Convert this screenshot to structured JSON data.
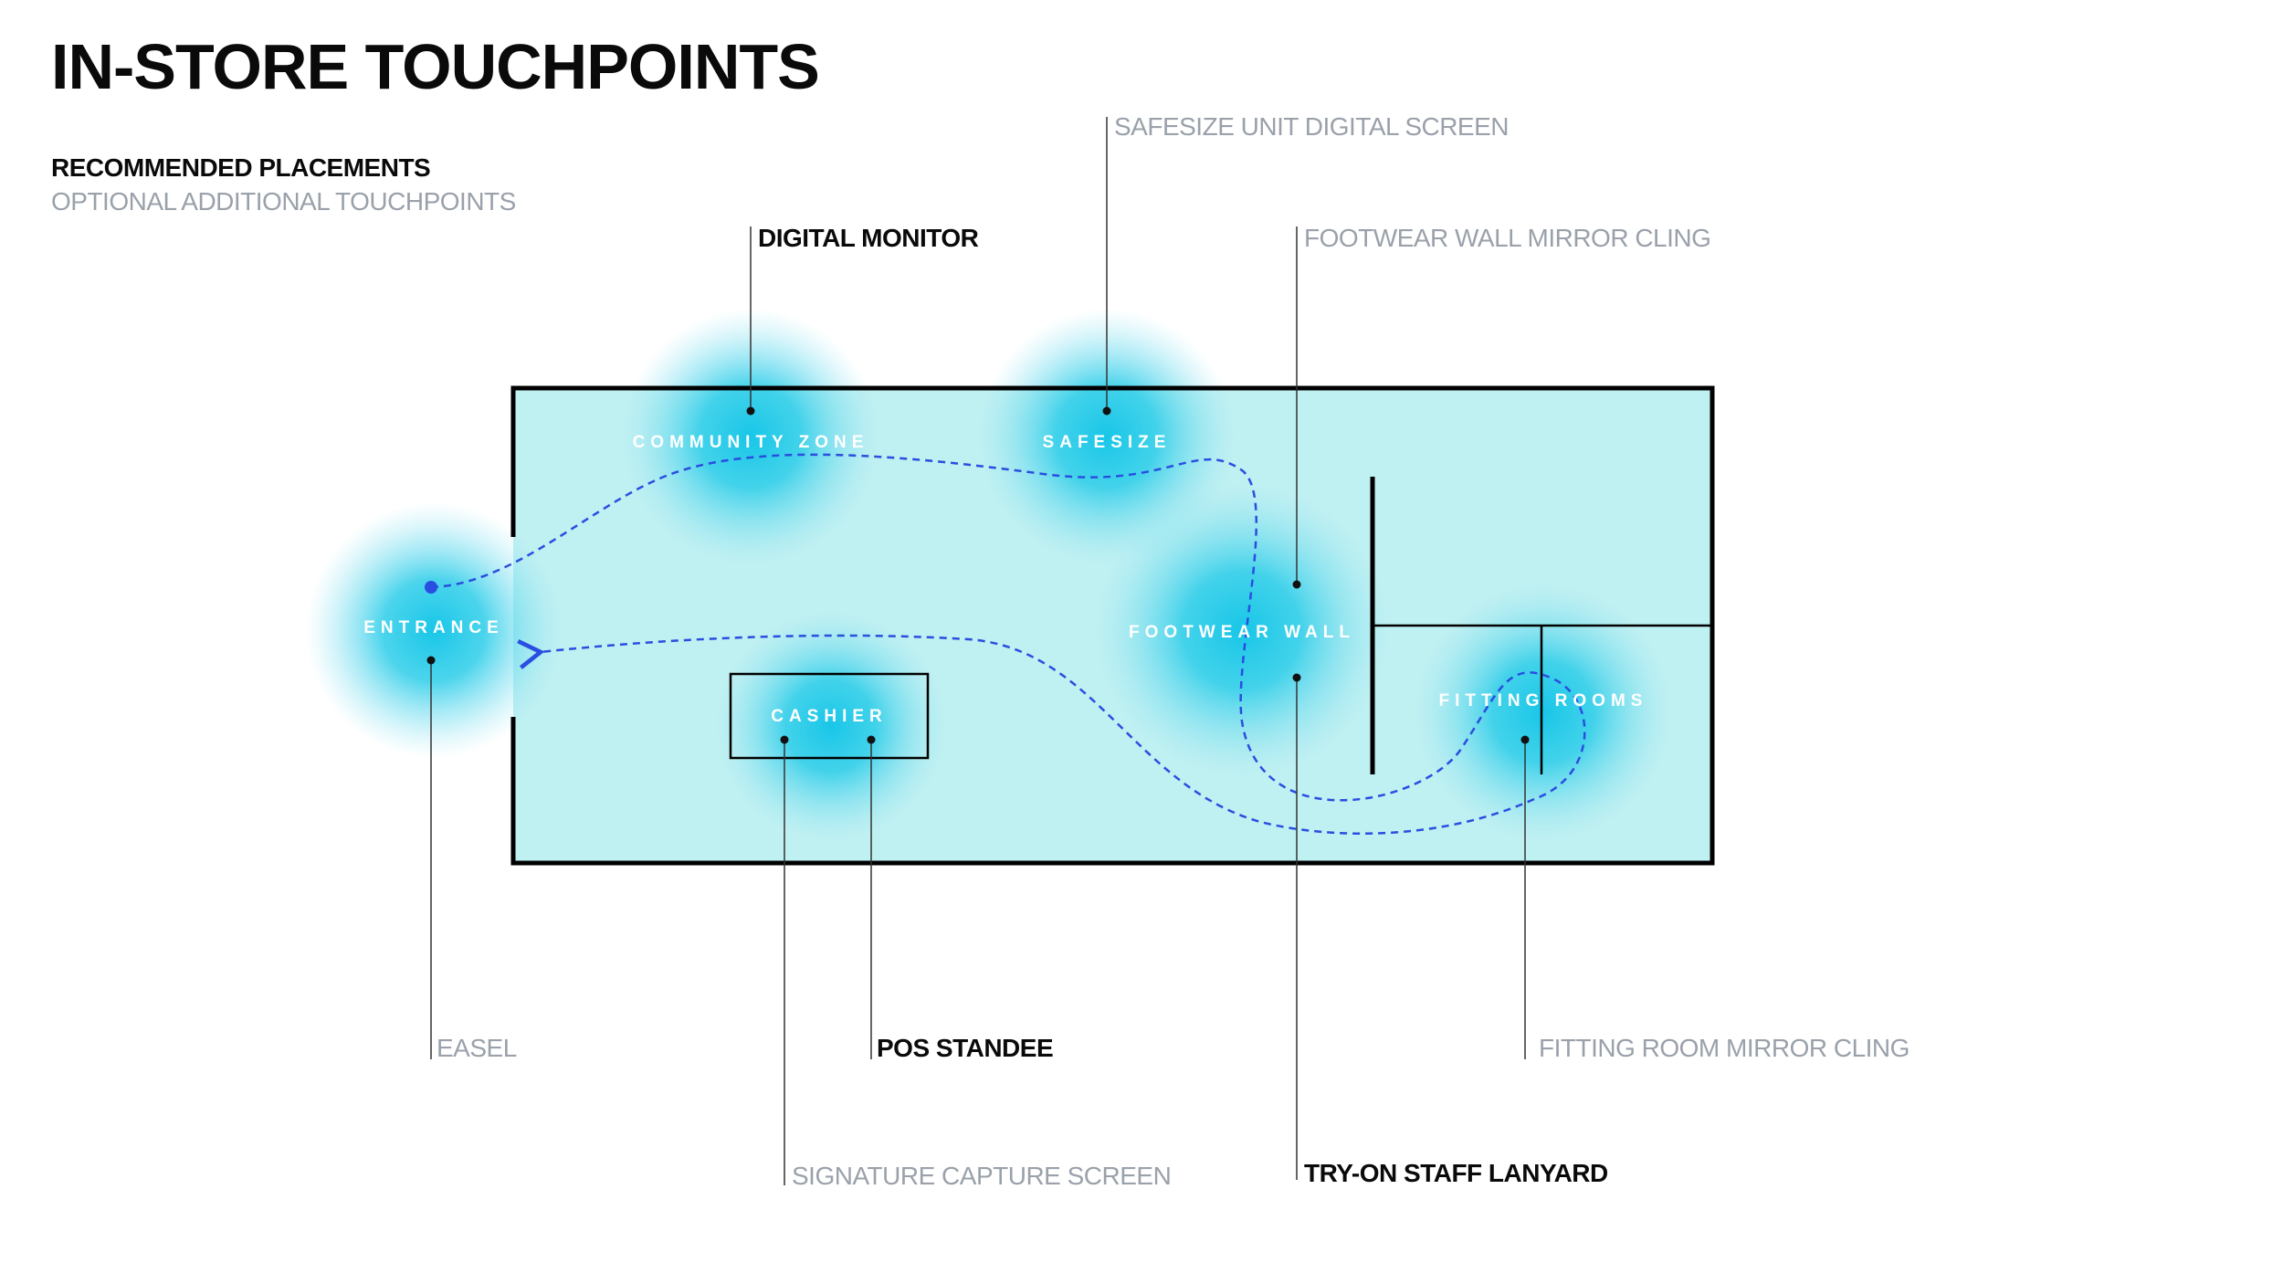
{
  "title": "IN-STORE TOUCHPOINTS",
  "legend": {
    "primary": "RECOMMENDED PLACEMENTS",
    "secondary": "OPTIONAL ADDITIONAL TOUCHPOINTS"
  },
  "zones": {
    "entrance": "ENTRANCE",
    "community_zone": "COMMUNITY ZONE",
    "safesize": "SAFESIZE",
    "footwear_wall": "FOOTWEAR WALL",
    "fitting_rooms": "FITTING ROOMS",
    "cashier": "CASHIER"
  },
  "callouts": {
    "digital_monitor": "DIGITAL MONITOR",
    "safesize_screen": "SAFESIZE UNIT DIGITAL SCREEN",
    "footwear_mirror": "FOOTWEAR WALL MIRROR CLING",
    "easel": "EASEL",
    "pos_standee": "POS STANDEE",
    "fitting_mirror": "FITTING ROOM MIRROR CLING",
    "signature_screen": "SIGNATURE CAPTURE SCREEN",
    "staff_lanyard": "TRY-ON STAFF LANYARD"
  },
  "colors": {
    "floor_fill": "#bff0f2",
    "glow": "#18c6e8",
    "path": "#2a4ee0",
    "primary_text": "#0a0a0a",
    "secondary_text": "#9aa1aa"
  }
}
